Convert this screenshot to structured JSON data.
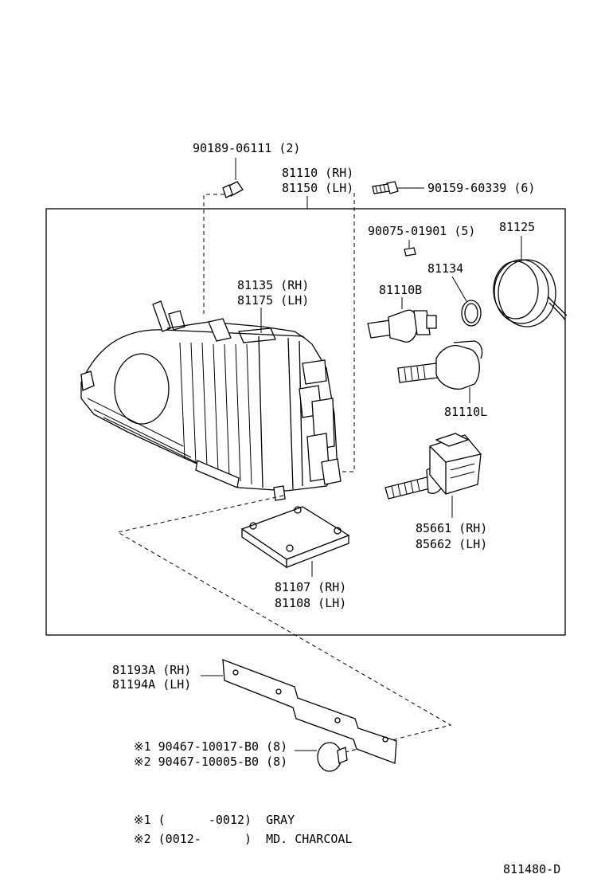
{
  "diagram_id": "811480-D",
  "labels": {
    "screw_90189": "90189-06111 (2)",
    "unit_rh": "81110 (RH)",
    "unit_lh": "81150 (LH)",
    "bolt_90159": "90159-60339 (6)",
    "screw_90075": "90075-01901 (5)",
    "cap_81125": "81125",
    "ring_81134": "81134",
    "bulb_81110B": "81110B",
    "lens_rh": "81135 (RH)",
    "lens_lh": "81175 (LH)",
    "bulb_81110L": "81110L",
    "actuator_rh": "85661 (RH)",
    "actuator_lh": "85662 (LH)",
    "bracket_rh": "81107 (RH)",
    "bracket_lh": "81108 (LH)",
    "panel_rh": "81193A (RH)",
    "panel_lh": "81194A (LH)",
    "clip_1": "※1  90467-10017-B0 (8)",
    "clip_2": "※2  90467-10005-B0 (8)"
  },
  "notes": {
    "note_1": "※1 (      -0012)  GRAY",
    "note_2": "※2 (0012-      )  MD. CHARCOAL"
  }
}
